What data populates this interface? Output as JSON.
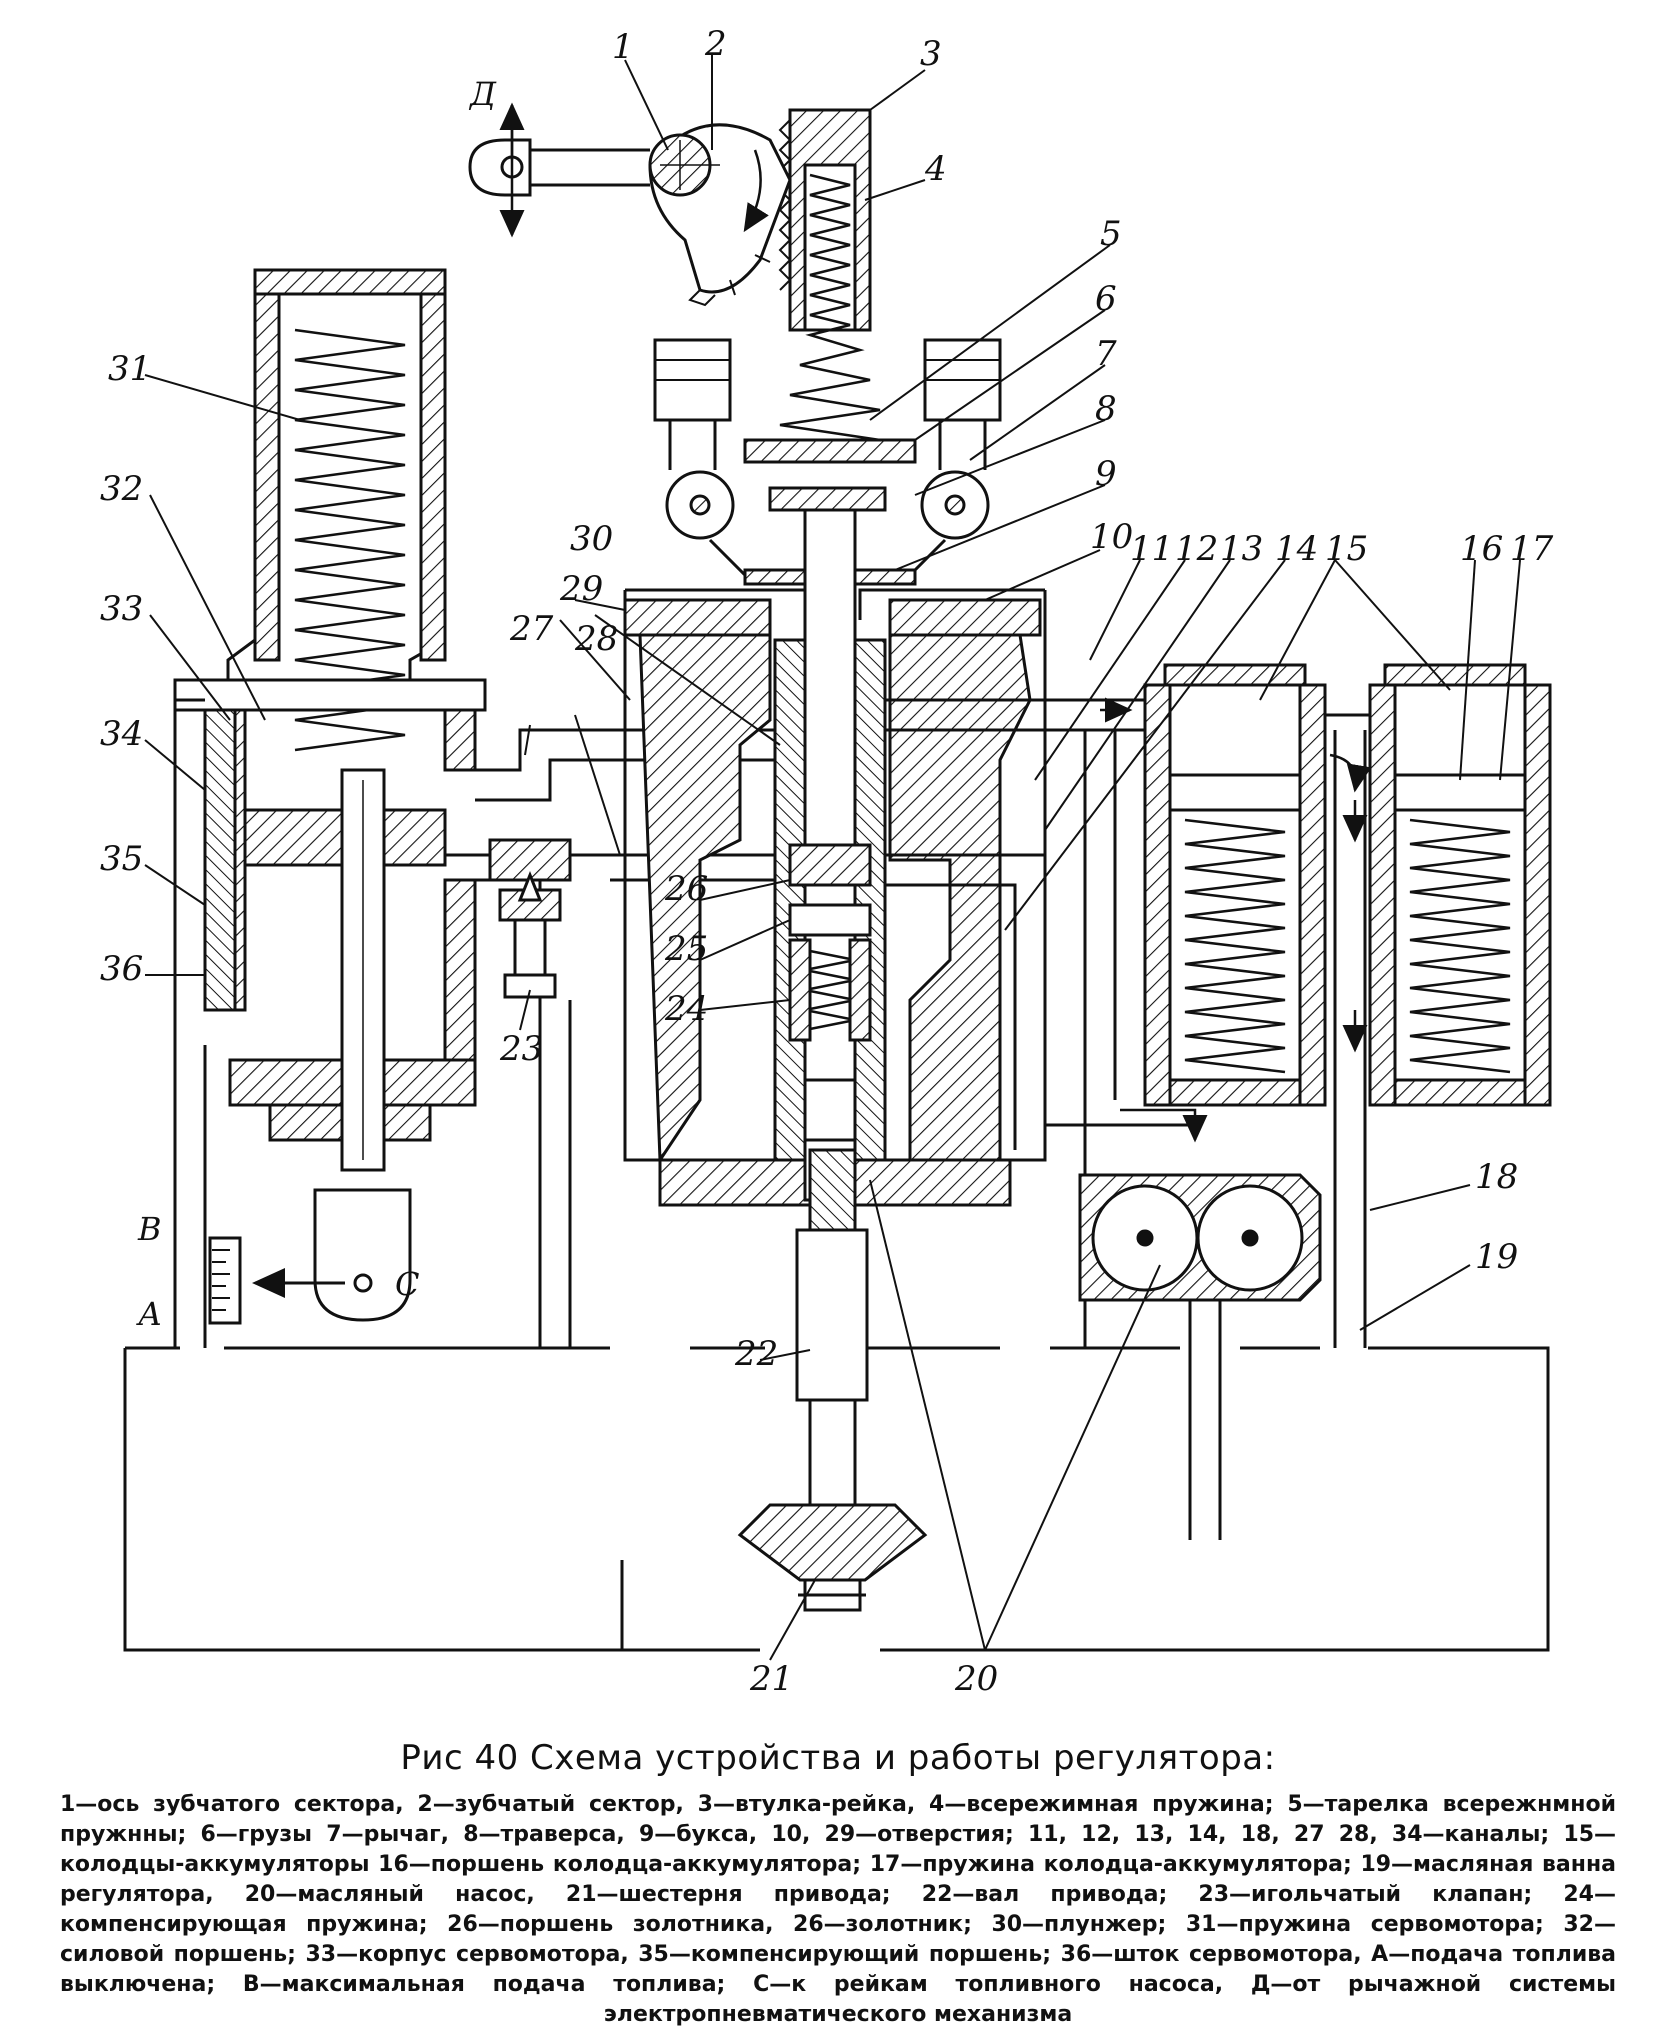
{
  "figure": {
    "caption_title": "Рис 40  Схема устройства и работы регулятора:",
    "caption_legend": "1—ось зубчатого сектора, 2—зубчатый сектор, 3—втулка-рейка, 4—всережимная пружина; 5—тарелка всережнмной пружнны; 6—грузы 7—рычаг, 8—траверса, 9—букса, 10, 29—отверстия; 11, 12, 13, 14, 18, 27 28, 34—каналы; 15—колодцы-аккумуляторы 16—поршень колодца-аккумулятора; 17—пружина колодца-аккумулятора; 19—масляная ванна регулятора, 20—масляный насос, 21—шестерня привода; 22—вал привода; 23—игольчатый клапан; 24—компенсирующая пружина; 26—поршень золотника, 26—золотник; 30—плунжер; 31—пружина сервомотора; 32—силовой поршень; 33—корпус сервомотора, 35—компенсирующий поршень; 36—шток сервомотора, А—подача топлива выключена; В—максимальная подача топлива; С—к рейкам топливного насоса, Д—от рычажной системы электропневматического механизма"
  },
  "labels": {
    "n1": "1",
    "n2": "2",
    "n3": "3",
    "n4": "4",
    "n5": "5",
    "n6": "6",
    "n7": "7",
    "n8": "8",
    "n9": "9",
    "n10": "10",
    "n11": "11",
    "n12": "12",
    "n13": "13",
    "n14": "14",
    "n15": "15",
    "n16": "16",
    "n17": "17",
    "n18": "18",
    "n19": "19",
    "n20": "20",
    "n21": "21",
    "n22": "22",
    "n23": "23",
    "n24": "24",
    "n25": "25",
    "n26": "26",
    "n27": "27",
    "n28": "28",
    "n29": "29",
    "n30": "30",
    "n31": "31",
    "n32": "32",
    "n33": "33",
    "n34": "34",
    "n35": "35",
    "n36": "36",
    "letter_d": "Д",
    "letter_b": "В",
    "letter_a": "А",
    "letter_c": "С"
  }
}
